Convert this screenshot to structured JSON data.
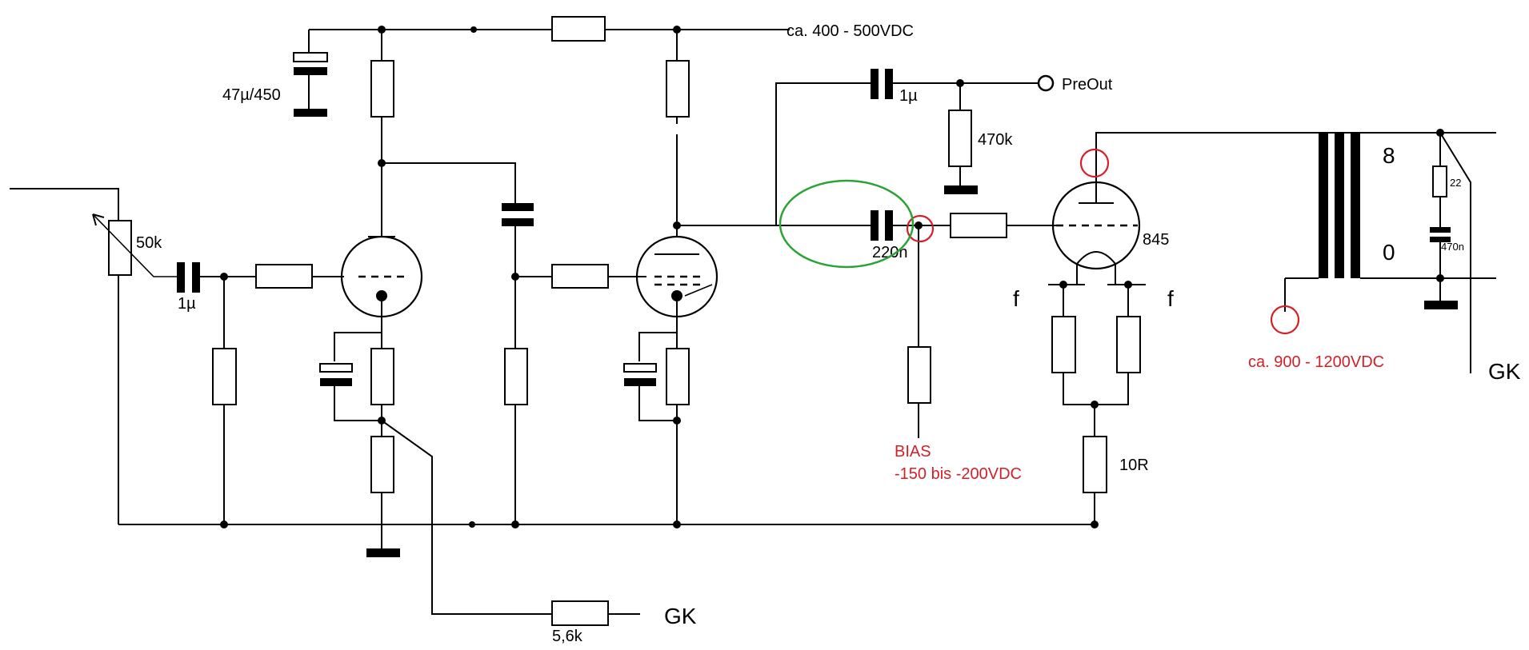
{
  "labels": {
    "supply_voltage": "ca. 400 - 500VDC",
    "supply_cap": "47µ/450",
    "pot": "50k",
    "input_cap": "1µ",
    "preout_cap": "1µ",
    "preout": "PreOut",
    "preout_res": "470k",
    "coupling_cap": "220n",
    "tube": "845",
    "filament_left": "f",
    "filament_right": "f",
    "cathode_res": "10R",
    "bias_title": "BIAS",
    "bias_range": "-150 bis -200VDC",
    "fb_res": "5,6k",
    "gk_bottom": "GK",
    "gk_right": "GK",
    "tap_8": "8",
    "tap_0": "0",
    "zobel_res": "22",
    "zobel_cap": "470n",
    "hv_voltage": "ca. 900 - 1200VDC"
  },
  "colors": {
    "wire": "#000000",
    "annotation_red": "#d41f26",
    "annotation_green": "#2aa335"
  }
}
